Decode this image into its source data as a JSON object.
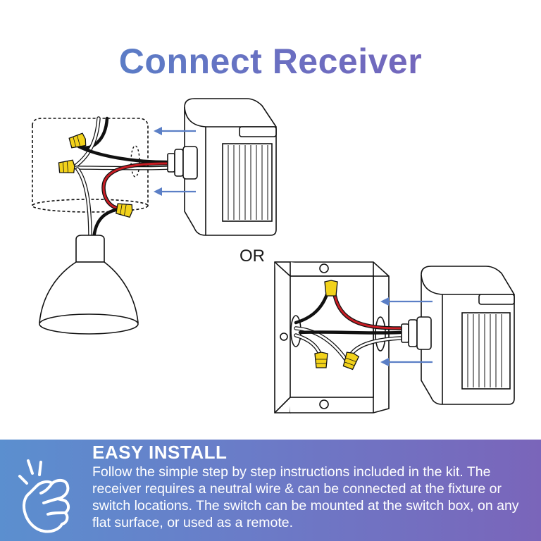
{
  "title": "Connect Receiver",
  "or_label": "OR",
  "banner": {
    "heading": "EASY INSTALL",
    "body": "Follow the simple step by step instructions included in the kit. The receiver requires a neutral wire & can be connected at the fixture or switch locations. The switch can be mounted at the switch box, on any flat surface, or used as a remote.",
    "icon": "snap-fingers-hand-icon"
  },
  "colors": {
    "title_gradient": [
      "#4f86c9",
      "#7a5fb7"
    ],
    "banner_gradient": [
      "#5b8fcf",
      "#7a65ba"
    ],
    "arrow": "#5b7fc6",
    "wire_hot": "#c81d24",
    "wire_line": "#111111",
    "wire_nut": "#f2d21b"
  }
}
